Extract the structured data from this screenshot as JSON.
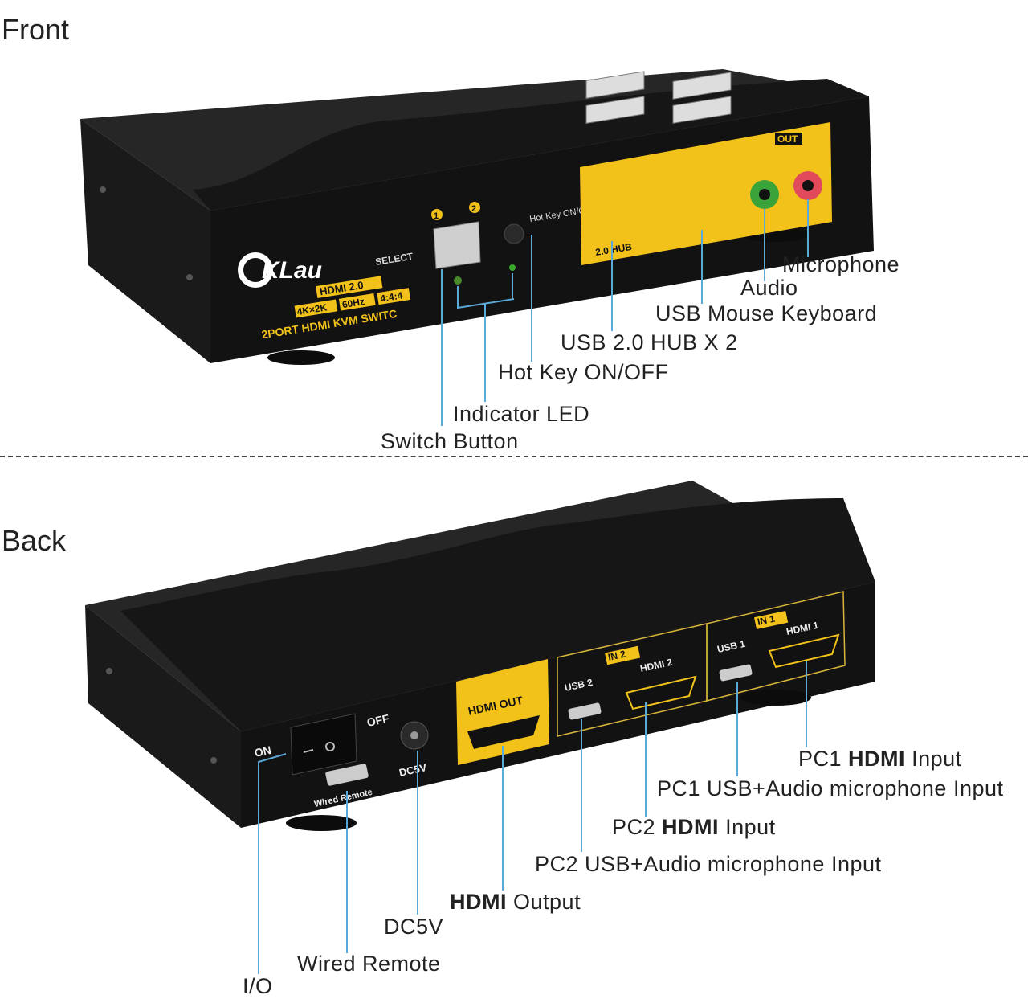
{
  "sections": {
    "front": "Front",
    "back": "Back"
  },
  "device": {
    "brand": "CKLau",
    "badge_hdmi": "HDMI 2.0",
    "badge_4k": "4K×2K",
    "badge_60hz": "60Hz",
    "badge_444": "4:4:4",
    "model_line": "2PORT HDMI KVM SWITC",
    "select_text": "SELECT",
    "port_1": "1",
    "port_2": "2",
    "hotkey_text": "Hot Key ON/OFF",
    "hub_text": "2.0 HUB",
    "out_text": "OUT",
    "hdmi_out_text": "HDMI OUT",
    "in1_text": "IN 1",
    "in2_text": "IN 2",
    "hdmi1_text": "HDMI 1",
    "hdmi2_text": "HDMI 2",
    "usb1_text": "USB 1",
    "usb2_text": "USB 2",
    "on_text": "ON",
    "off_text": "OFF",
    "dc5v_text": "DC5V",
    "wired_remote_text": "Wired Remote"
  },
  "front_labels": {
    "microphone": "Microphone",
    "audio": "Audio",
    "usb_mouse_keyboard": "USB Mouse Keyboard",
    "usb_hub": "USB 2.0 HUB X 2",
    "hot_key": "Hot Key ON/OFF",
    "indicator_led": "Indicator LED",
    "switch_button": "Switch Button"
  },
  "back_labels": {
    "pc1_hdmi_prefix": "PC1",
    "pc1_hdmi_bold": "HDMI",
    "pc1_hdmi_suffix": "Input",
    "pc1_usb": "PC1 USB+Audio microphone Input",
    "pc2_hdmi_prefix": "PC2",
    "pc2_hdmi_bold": "HDMI",
    "pc2_hdmi_suffix": "Input",
    "pc2_usb": "PC2 USB+Audio microphone Input",
    "hdmi_output_bold": "HDMI",
    "hdmi_output_suffix": "Output",
    "dc5v": "DC5V",
    "wired_remote": "Wired Remote",
    "io": "I/O"
  },
  "colors": {
    "body": "#1e1e1e",
    "panel": "#111111",
    "accent": "#f2c21b",
    "leader": "#5aa9d8"
  }
}
